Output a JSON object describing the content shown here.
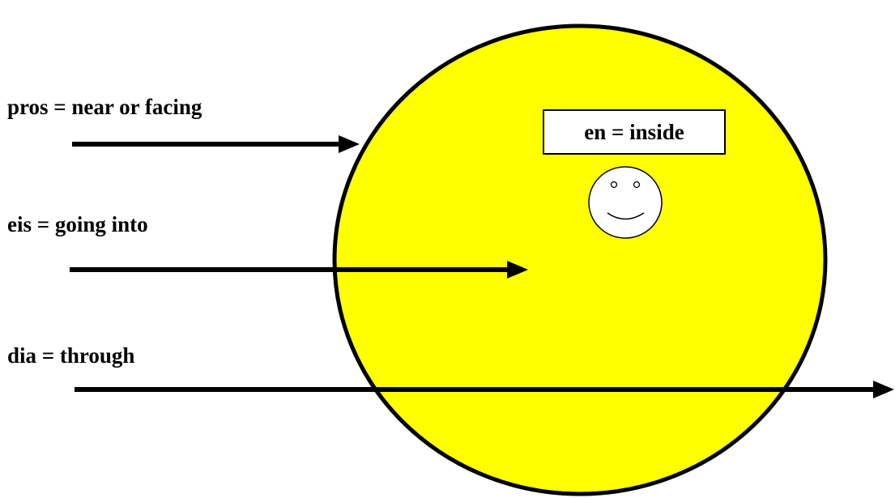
{
  "labels": {
    "pros": "pros = near or facing",
    "eis": "eis = going into",
    "dia": "dia = through",
    "en": "en = inside"
  },
  "colors": {
    "circle_fill": "#ffff00",
    "stroke": "#000000",
    "box_fill": "#ffffff",
    "background": "#ffffff"
  },
  "icons": {
    "face": "smiley-face-icon"
  }
}
